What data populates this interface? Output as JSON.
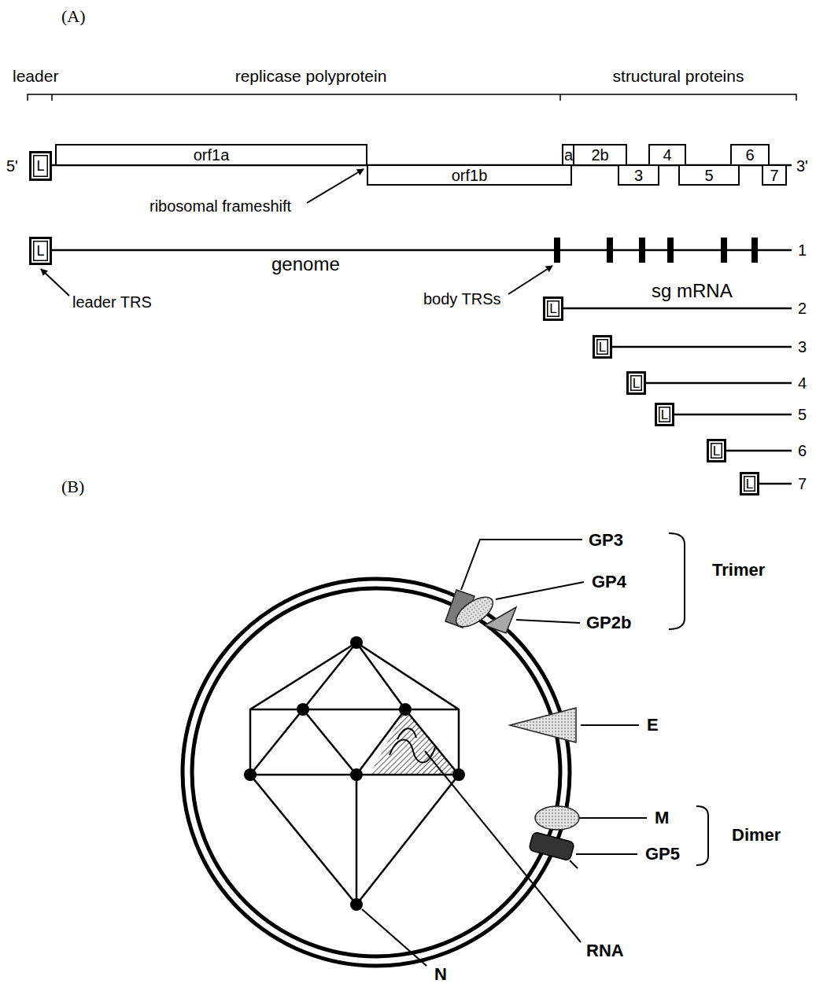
{
  "diagram": {
    "nodes": [
      {
        "text": [
          "L"
        ]
      },
      {
        "text": [
          "orf1a"
        ]
      },
      {
        "text": [
          "orf1b"
        ]
      },
      {
        "text": [
          "a"
        ]
      },
      {
        "text": [
          "2b"
        ]
      },
      {
        "text": [
          "3"
        ]
      },
      {
        "text": [
          "4"
        ]
      },
      {
        "text": [
          "5"
        ]
      },
      {
        "text": [
          "6"
        ]
      },
      {
        "text": [
          "7"
        ]
      },
      {
        "text": [
          "L"
        ]
      },
      {
        "text": [
          "L"
        ]
      },
      {
        "text": [
          "L"
        ]
      },
      {
        "text": [
          "L"
        ]
      },
      {
        "text": [
          "L"
        ]
      },
      {
        "text": [
          "L"
        ]
      },
      {
        "text": [
          "L"
        ]
      }
    ],
    "labels": [
      "(A)",
      "leader",
      "replicase polyprotein",
      "structural proteins",
      "5'",
      "3'",
      "ribosomal frameshift",
      "genome",
      "1",
      "leader TRS",
      "body TRSs",
      "sg mRNA",
      "2",
      "3",
      "4",
      "5",
      "6",
      "7",
      "(B)",
      "GP3",
      "GP4",
      "GP2b",
      "Trimer",
      "E",
      "M",
      "Dimer",
      "GP5",
      "RNA",
      "N"
    ]
  }
}
